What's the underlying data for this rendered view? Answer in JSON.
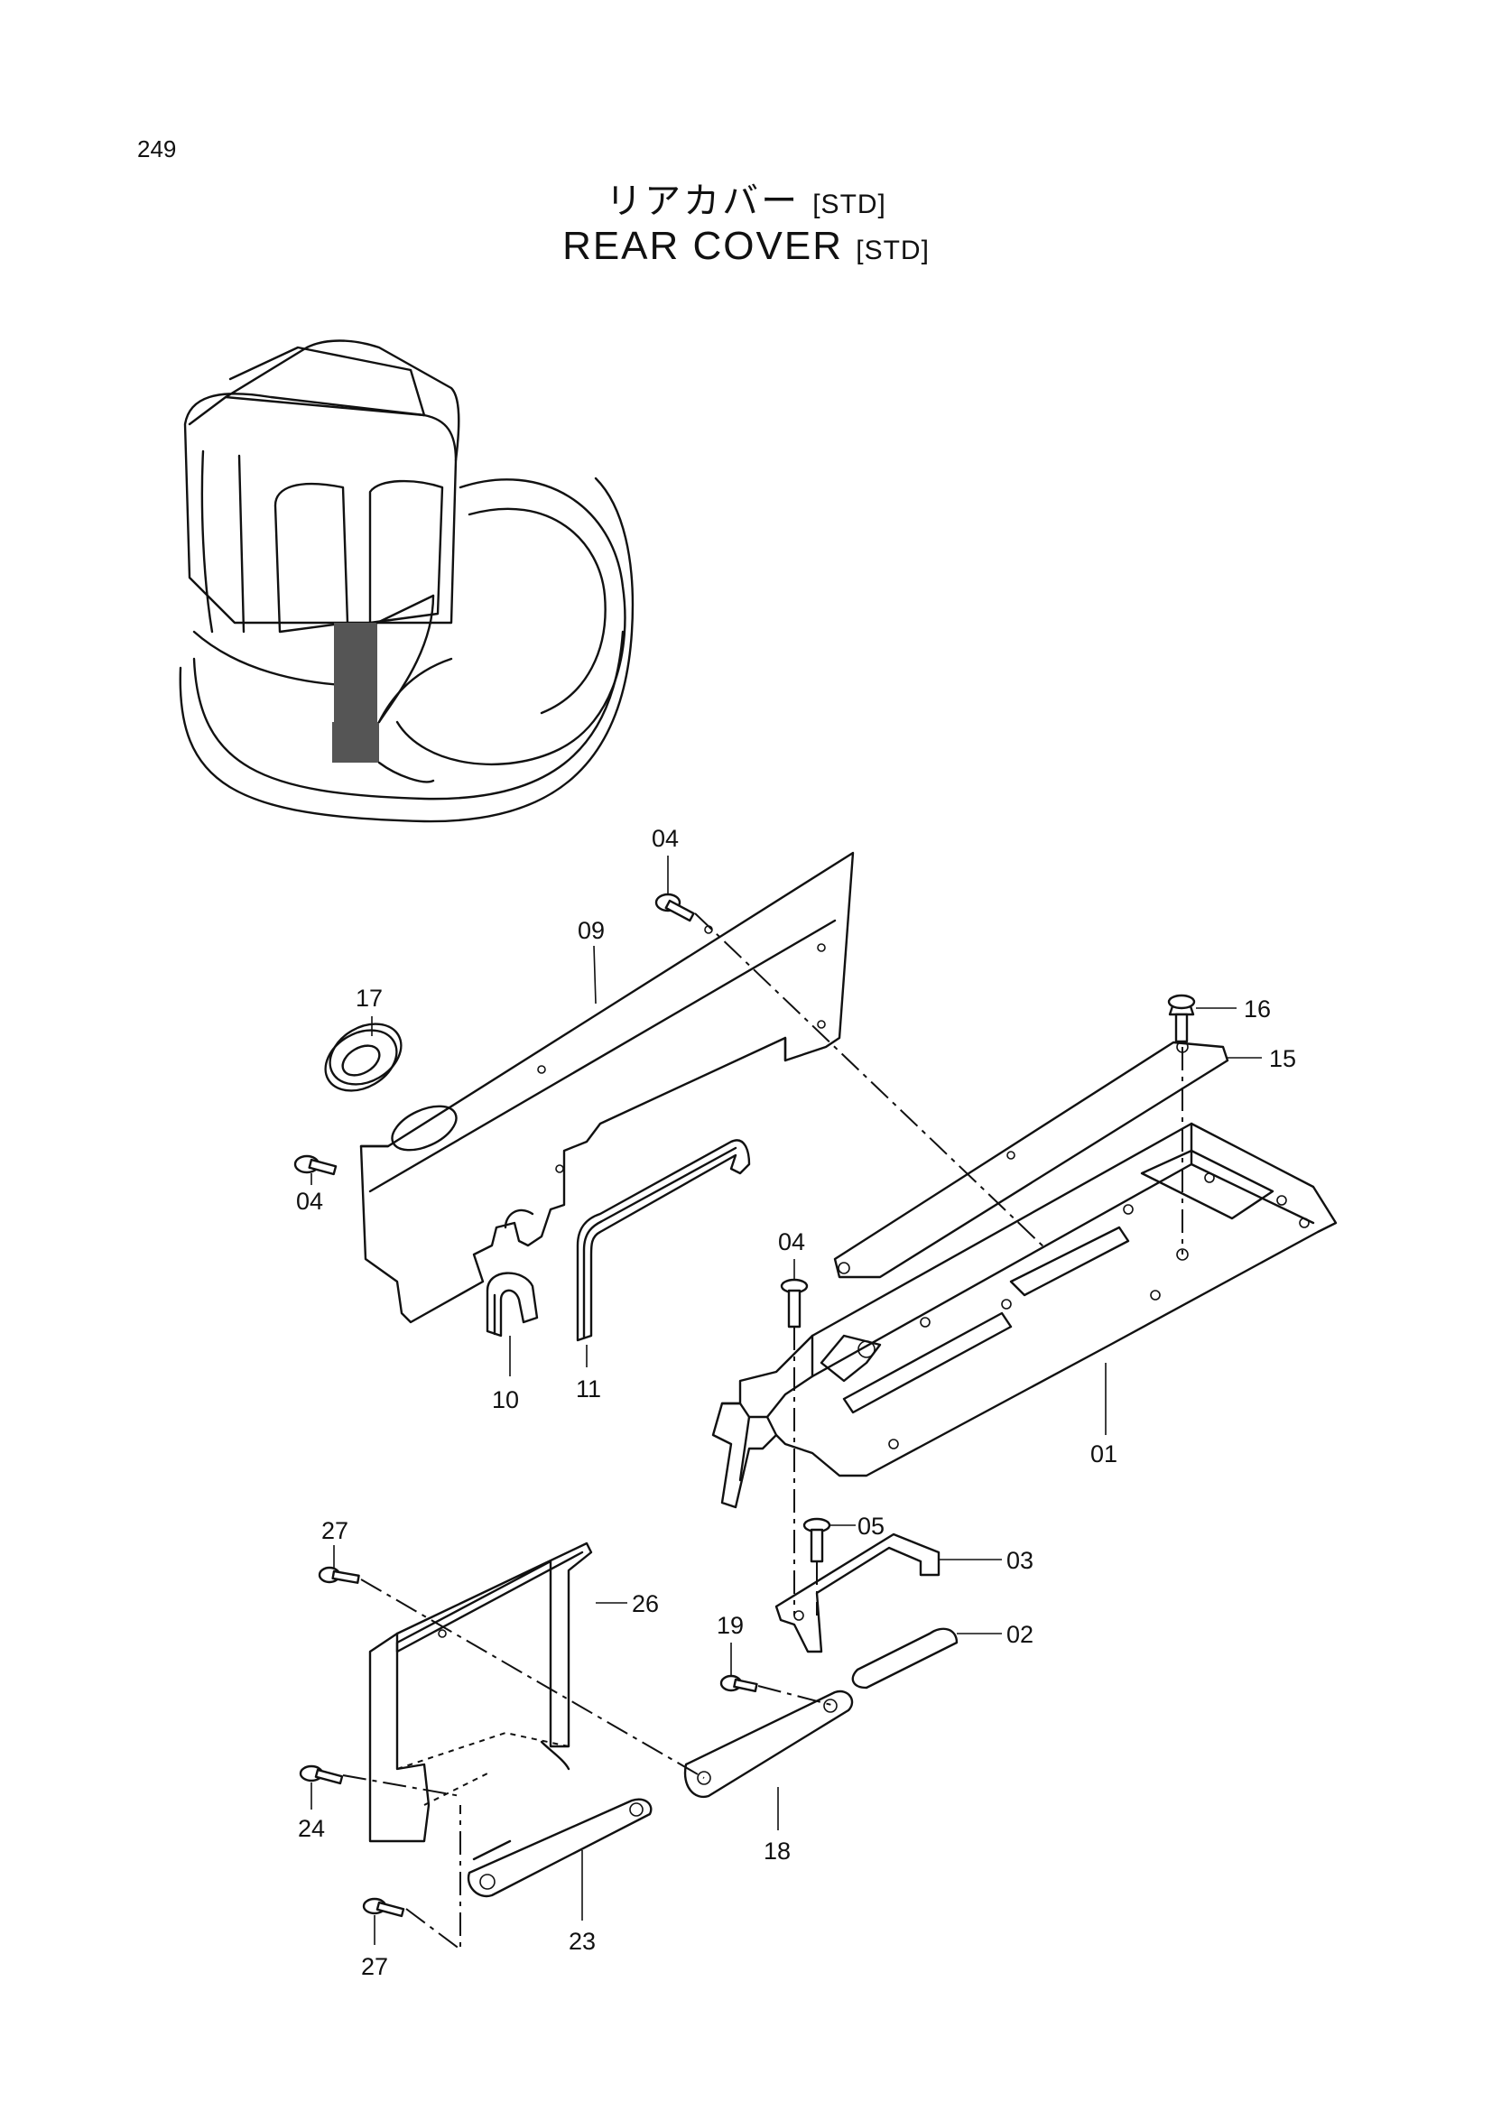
{
  "page_number": "249",
  "title_jp": "リアカバー",
  "title_jp_tag": "[STD]",
  "title_en": "REAR  COVER",
  "title_en_tag": "[STD]",
  "callouts": {
    "c04a": "04",
    "c09": "09",
    "c17": "17",
    "c16": "16",
    "c15": "15",
    "c04b": "04",
    "c04c": "04",
    "c10": "10",
    "c11": "11",
    "c01": "01",
    "c27a": "27",
    "c05": "05",
    "c03": "03",
    "c26": "26",
    "c19": "19",
    "c02": "02",
    "c24": "24",
    "c18": "18",
    "c23": "23",
    "c27b": "27"
  }
}
